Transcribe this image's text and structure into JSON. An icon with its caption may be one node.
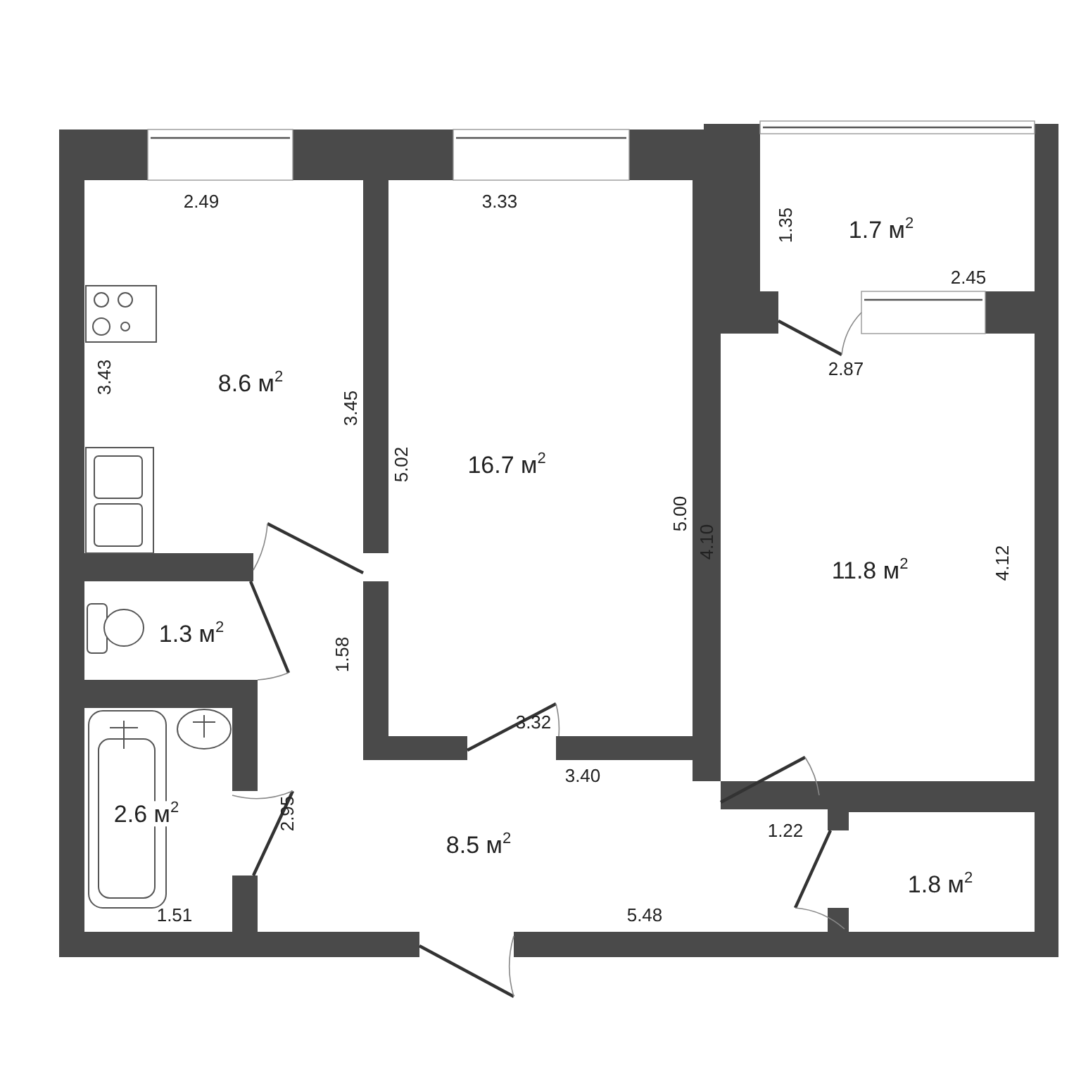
{
  "diagram": {
    "nodes": [
      {
        "text": [
          "8.6 м$^{2}$"
        ]
      },
      {
        "text": [
          "16.7 м$^{2}$"
        ]
      },
      {
        "text": [
          "1.7 м$^{2}$"
        ]
      },
      {
        "text": [
          "11.8 м$^{2}$"
        ]
      },
      {
        "text": [
          "1.3 м$^{2}$"
        ]
      },
      {
        "text": [
          "2.6 м$^{2}$"
        ]
      },
      {
        "text": [
          "8.5 м$^{2}$"
        ]
      },
      {
        "text": [
          "1.8 м$^{2}$"
        ]
      }
    ],
    "labels": [
      "2.49",
      "3.33",
      "1.35",
      "2.45",
      "2.87",
      "3.43",
      "3.45",
      "5.02",
      "5.00",
      "4.10",
      "4.12",
      "1.58",
      "3.32",
      "3.40",
      "2.95",
      "1.22",
      "1.51",
      "5.48"
    ]
  }
}
